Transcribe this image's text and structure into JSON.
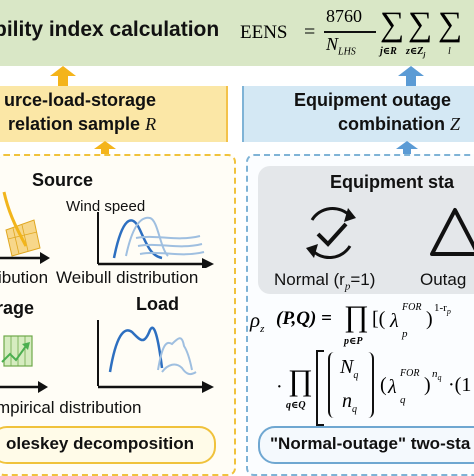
{
  "header": {
    "title": "bility index calculation",
    "eens_lhs": "EENS",
    "eens_eq": "=",
    "eens_numerator": "8760",
    "eens_denominator": "N",
    "eens_denominator_sub": "LHS",
    "sum_sub_1": "j∈R",
    "sum_sub_2": "z∈Z",
    "sum_sub_2_sub": "j",
    "sum_sub_3": "l"
  },
  "left_panel": {
    "band_line1": "urce-load-storage",
    "band_line2": "relation sample",
    "band_symbol": "R",
    "source_label": "Source",
    "wind_label": "Wind speed",
    "dist_left_top": "ibution",
    "weibull_label": "Weibull distribution",
    "storage_label": "rage",
    "load_label": "Load",
    "empirical_label": "mpirical distribution",
    "pill_label": "oleskey decomposition"
  },
  "right_panel": {
    "band_line1": "Equipment outage",
    "band_line2": "combination",
    "band_symbol": "Z",
    "status_title": "Equipment sta",
    "normal_label": "Normal (r",
    "normal_sub": "p",
    "normal_tail": "=1)",
    "outage_label": "Outag",
    "pill_label": "\"Normal-outage\" two-sta"
  },
  "formula": {
    "rho": "ρ",
    "rho_sub": "z",
    "rho_args": "(P,Q) =",
    "prod": "∏",
    "prod_sub_1": "p∈P",
    "bracket_open": "[(",
    "lambda": "λ",
    "lambda_sup": "FOR",
    "lambda_sub_p": "p",
    "exp_1": "1-r",
    "exp_1_sub": "p",
    "dot": "·",
    "prod_sub_2": "q∈Q",
    "N_q": "N",
    "N_q_sub": "q",
    "n_q": "n",
    "n_q_sub": "q",
    "lambda_sub_q": "q",
    "exp_2": "n",
    "exp_2_sub": "q",
    "tail": "·(1"
  },
  "colors": {
    "green_band": "#d9e7c6",
    "yellow_band": "#fbe7a6",
    "yellow_border": "#f0c23c",
    "blue_band": "#d4e8f4",
    "blue_border": "#7fb3d6",
    "arrow_yellow": "#f4b41a",
    "arrow_blue": "#5b9bd5",
    "curve_blue": "#2d6fc0",
    "curve_light": "#9fbfe0",
    "source_curve": "#f2b51b"
  }
}
